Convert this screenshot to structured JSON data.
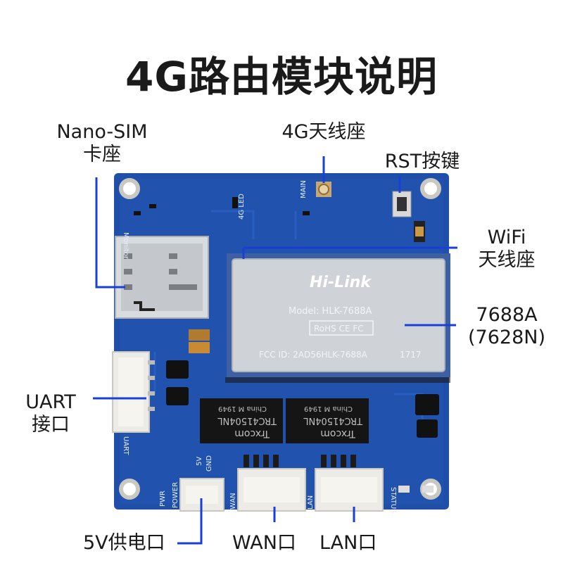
{
  "title": "4G路由模块说明",
  "labels": {
    "nano_sim_1": "Nano-SIM",
    "nano_sim_2": "卡座",
    "antenna_4g": "4G天线座",
    "rst": "RST按键",
    "wifi_1": "WiFi",
    "wifi_2": "天线座",
    "chip_1": "7688A",
    "chip_2": "(7628N)",
    "uart_1": "UART",
    "uart_2": "接口",
    "power": "5V供电口",
    "wan": "WAN口",
    "lan": "LAN口"
  },
  "board": {
    "brand": "Hi-Link",
    "model": "Model: HLK-7688A",
    "cert": "RoHS CE FC",
    "fcc": "FCC ID: 2AD56HLK-7688A",
    "code": "1717",
    "transformer_brand": "Trxcom",
    "transformer_model": "TRC41504NL",
    "transformer_sub": "China M 1949",
    "silk_main": "MAIN",
    "silk_4g_led": "4G LED",
    "silk_monitor": "Monitor",
    "silk_uart": "UART",
    "silk_power": "POWER",
    "silk_pwr": "PWR",
    "silk_wan": "WAN",
    "silk_lan": "LAN",
    "silk_status": "STATUS",
    "silk_5v": "5V",
    "silk_gnd": "GND"
  },
  "colors": {
    "pcb": "#1f4fa8",
    "pcb_dark": "#173f8a",
    "leader": "#1a3fd6",
    "shield": "#cfd3d8",
    "connector": "#ecebe6",
    "transformer": "#151515"
  }
}
